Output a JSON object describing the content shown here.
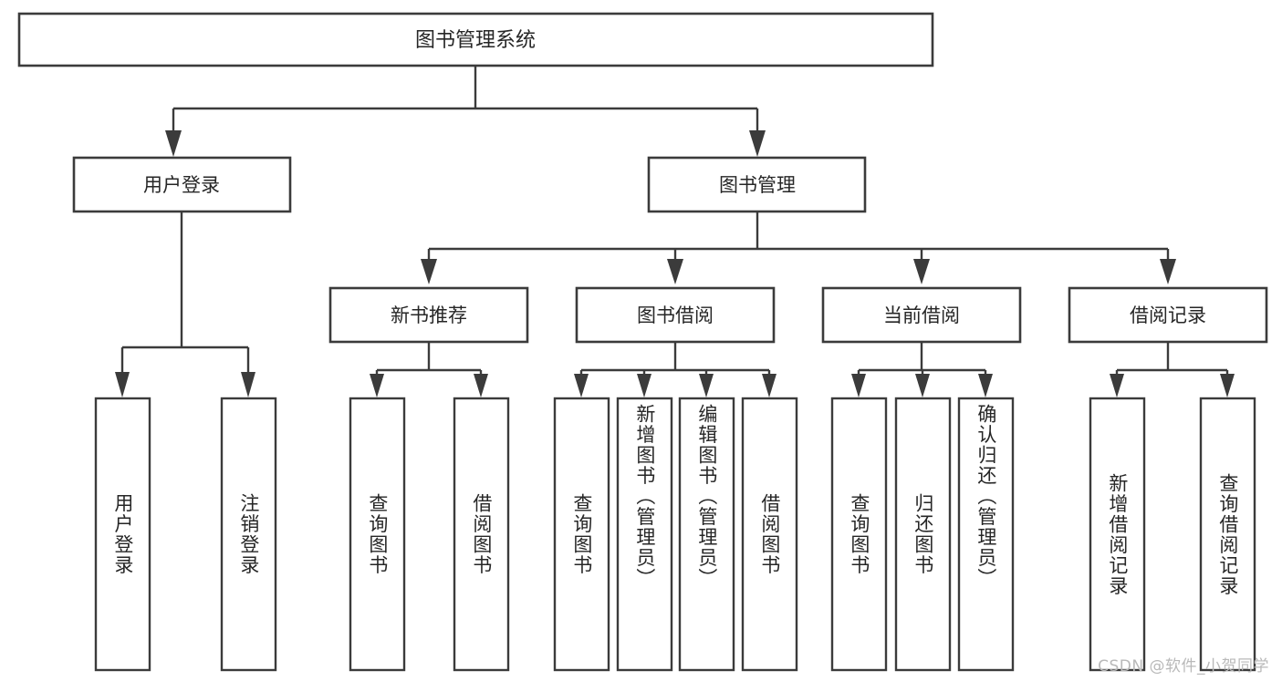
{
  "diagram": {
    "type": "tree-hierarchy-flowchart",
    "title": "图书管理系统",
    "root": {
      "id": "root",
      "label": "图书管理系统",
      "orientation": "horizontal"
    },
    "level2": [
      {
        "id": "user-login",
        "label": "用户登录",
        "orientation": "horizontal"
      },
      {
        "id": "book-manage",
        "label": "图书管理",
        "orientation": "horizontal"
      }
    ],
    "level3": [
      {
        "id": "new-book-rec",
        "label": "新书推荐",
        "parent": "book-manage",
        "orientation": "horizontal"
      },
      {
        "id": "book-borrow",
        "label": "图书借阅",
        "parent": "book-manage",
        "orientation": "horizontal"
      },
      {
        "id": "current-borrow",
        "label": "当前借阅",
        "parent": "book-manage",
        "orientation": "horizontal"
      },
      {
        "id": "borrow-record",
        "label": "借阅记录",
        "parent": "book-manage",
        "orientation": "horizontal"
      }
    ],
    "leaves": [
      {
        "id": "leaf-user-login",
        "label": "用户登录",
        "parent": "user-login",
        "orientation": "vertical"
      },
      {
        "id": "leaf-user-logout",
        "label": "注销登录",
        "parent": "user-login",
        "orientation": "vertical"
      },
      {
        "id": "leaf-query-book-1",
        "label": "查询图书",
        "parent": "new-book-rec",
        "orientation": "vertical"
      },
      {
        "id": "leaf-borrow-book-1",
        "label": "借阅图书",
        "parent": "new-book-rec",
        "orientation": "vertical"
      },
      {
        "id": "leaf-query-book-2",
        "label": "查询图书",
        "parent": "book-borrow",
        "orientation": "vertical"
      },
      {
        "id": "leaf-add-book",
        "label": "新增图书（管理员）",
        "parent": "book-borrow",
        "orientation": "vertical"
      },
      {
        "id": "leaf-edit-book",
        "label": "编辑图书（管理员）",
        "parent": "book-borrow",
        "orientation": "vertical"
      },
      {
        "id": "leaf-borrow-book-2",
        "label": "借阅图书",
        "parent": "book-borrow",
        "orientation": "vertical"
      },
      {
        "id": "leaf-query-book-3",
        "label": "查询图书",
        "parent": "current-borrow",
        "orientation": "vertical"
      },
      {
        "id": "leaf-return-book",
        "label": "归还图书",
        "parent": "current-borrow",
        "orientation": "vertical"
      },
      {
        "id": "leaf-confirm-return",
        "label": "确认归还（管理员）",
        "parent": "current-borrow",
        "orientation": "vertical"
      },
      {
        "id": "leaf-add-record",
        "label": "新增借阅记录",
        "parent": "borrow-record",
        "orientation": "vertical"
      },
      {
        "id": "leaf-query-record",
        "label": "查询借阅记录",
        "parent": "borrow-record",
        "orientation": "vertical"
      }
    ],
    "colors": {
      "box_stroke": "#3b3b3b",
      "box_fill": "#ffffff",
      "connector": "#3b3b3b",
      "text": "#262626",
      "background": "#ffffff",
      "watermark": "#b9b9b9"
    }
  },
  "watermark": {
    "text": "CSDN @软件_小贺同学"
  }
}
